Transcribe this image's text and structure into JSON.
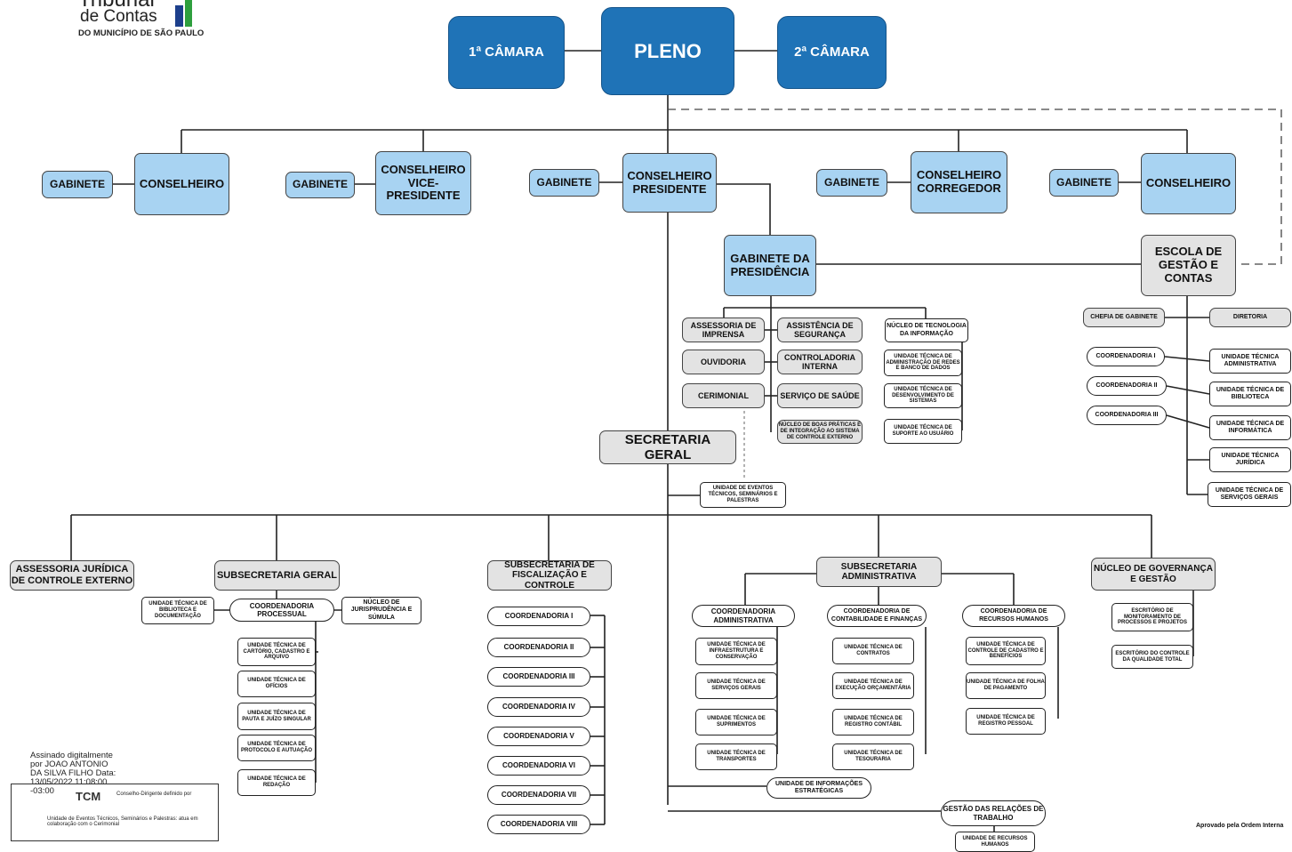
{
  "header": {
    "logo_line1": "Tribunal",
    "logo_line2": "de Contas",
    "logo_line3": "DO MUNICÍPIO DE SÃO PAULO"
  },
  "top": {
    "camara1": "1ª CÂMARA",
    "pleno": "PLENO",
    "camara2": "2ª CÂMARA"
  },
  "council": {
    "gab1": "GABINETE",
    "cons1": "CONSELHEIRO",
    "gab2": "GABINETE",
    "cons2": "CONSELHEIRO VICE-PRESIDENTE",
    "gab3": "GABINETE",
    "cons3": "CONSELHEIRO PRESIDENTE",
    "gab4": "GABINETE",
    "cons4": "CONSELHEIRO CORREGEDOR",
    "gab5": "GABINETE",
    "cons5": "CONSELHEIRO"
  },
  "presidencia": {
    "title": "GABINETE DA PRESIDÊNCIA",
    "imprensa": "ASSESSORIA DE IMPRENSA",
    "ouvidoria": "OUVIDORIA",
    "cerimonial": "CERIMONIAL",
    "seguranca": "ASSISTÊNCIA DE SEGURANÇA",
    "controladoria": "CONTROLADORIA INTERNA",
    "saude": "SERVIÇO DE SAÚDE",
    "boas_praticas": "NÚCLEO DE BOAS PRÁTICAS E DE INTEGRAÇÃO AO SISTEMA DE CONTROLE EXTERNO",
    "nti": "NÚCLEO DE TECNOLOGIA DA INFORMAÇÃO",
    "nti_redes": "UNIDADE TÉCNICA DE ADMINISTRAÇÃO DE REDES E BANCO DE DADOS",
    "nti_dev": "UNIDADE TÉCNICA DE DESENVOLVIMENTO DE SISTEMAS",
    "nti_suporte": "UNIDADE TÉCNICA DE SUPORTE AO USUÁRIO"
  },
  "escola": {
    "title": "ESCOLA DE GESTÃO E CONTAS",
    "chefia": "CHEFIA DE GABINETE",
    "diretoria": "DIRETORIA",
    "coord1": "COORDENADORIA I",
    "coord2": "COORDENADORIA II",
    "coord3": "COORDENADORIA III",
    "ut_adm": "UNIDADE TÉCNICA ADMINISTRATIVA",
    "ut_bib": "UNIDADE TÉCNICA DE BIBLIOTECA",
    "ut_inf": "UNIDADE TÉCNICA DE INFORMÁTICA",
    "ut_jur": "UNIDADE TÉCNICA JURÍDICA",
    "ut_serv": "UNIDADE TÉCNICA DE SERVIÇOS GERAIS"
  },
  "secretaria": {
    "title": "SECRETARIA GERAL",
    "eventos": "UNIDADE DE EVENTOS TÉCNICOS, SEMINÁRIOS E PALESTRAS"
  },
  "lower": {
    "assessoria_juridica": "ASSESSORIA JURÍDICA DE CONTROLE EXTERNO",
    "subsec_geral": "SUBSECRETARIA GERAL",
    "biblioteca": "UNIDADE TÉCNICA DE BIBLIOTECA E DOCUMENTAÇÃO",
    "coord_processual": "COORDENADORIA PROCESSUAL",
    "jurisprudencia": "NÚCLEO DE JURISPRUDÊNCIA E SÚMULA",
    "cartorio": "UNIDADE TÉCNICA DE CARTÓRIO, CADASTRO E ARQUIVO",
    "oficios": "UNIDADE TÉCNICA DE OFÍCIOS",
    "pauta": "UNIDADE TÉCNICA DE PAUTA E JUÍZO SINGULAR",
    "protocolo": "UNIDADE TÉCNICA DE PROTOCOLO E AUTUAÇÃO",
    "redacao": "UNIDADE TÉCNICA DE REDAÇÃO",
    "subsec_fisc": "SUBSECRETARIA DE FISCALIZAÇÃO E CONTROLE",
    "coords": [
      "COORDENADORIA I",
      "COORDENADORIA II",
      "COORDENADORIA III",
      "COORDENADORIA IV",
      "COORDENADORIA V",
      "COORDENADORIA VI",
      "COORDENADORIA VII",
      "COORDENADORIA VIII"
    ],
    "subsec_adm": "SUBSECRETARIA ADMINISTRATIVA",
    "coord_adm": "COORDENADORIA ADMINISTRATIVA",
    "infra": "UNIDADE TÉCNICA DE INFRAESTRUTURA E CONSERVAÇÃO",
    "servicos": "UNIDADE TÉCNICA DE SERVIÇOS GERAIS",
    "suprimentos": "UNIDADE TÉCNICA DE SUPRIMENTOS",
    "transportes": "UNIDADE TÉCNICA DE TRANSPORTES",
    "coord_cont": "COORDENADORIA DE CONTABILIDADE E FINANÇAS",
    "contratos": "UNIDADE TÉCNICA DE CONTRATOS",
    "execucao": "UNIDADE TÉCNICA DE EXECUÇÃO ORÇAMENTÁRIA",
    "registro": "UNIDADE TÉCNICA DE REGISTRO CONTÁBIL",
    "tesouraria": "UNIDADE TÉCNICA DE TESOURARIA",
    "coord_rh": "COORDENADORIA DE RECURSOS HUMANOS",
    "cadastro": "UNIDADE TÉCNICA DE CONTROLE DE CADASTRO E BENEFÍCIOS",
    "folha": "UNIDADE TÉCNICA DE FOLHA DE PAGAMENTO",
    "reg_pessoal": "UNIDADE TÉCNICA DE REGISTRO PESSOAL",
    "informacoes": "UNIDADE DE INFORMAÇÕES ESTRATÉGICAS",
    "gestao_trabalho": "GESTÃO DAS RELAÇÕES DE TRABALHO",
    "rec_humanos": "UNIDADE DE RECURSOS HUMANOS",
    "governanca": "NÚCLEO DE GOVERNANÇA E GESTÃO",
    "monitoramento": "ESCRITÓRIO DE MONITORAMENTO DE PROCESSOS E PROJETOS",
    "qualidade": "ESCRITÓRIO DO CONTROLE DA QUALIDADE TOTAL"
  },
  "footer": {
    "signature": "Assinado digitalmente por JOAO ANTONIO DA SILVA FILHO Data: 13/05/2022 11:08:00 -03:00",
    "legend_line1": "Conselho-Dirigente definido por",
    "legend_line2": "Unidade de Eventos Técnicos, Seminários e Palestras: atua em colaboração com o Cerimonial",
    "legend_logo": "TCM",
    "approved": "Aprovado pela Ordem Interna"
  },
  "colors": {
    "dark_blue": "#1f73b7",
    "light_blue": "#a8d3f2",
    "grey": "#e3e3e3"
  }
}
